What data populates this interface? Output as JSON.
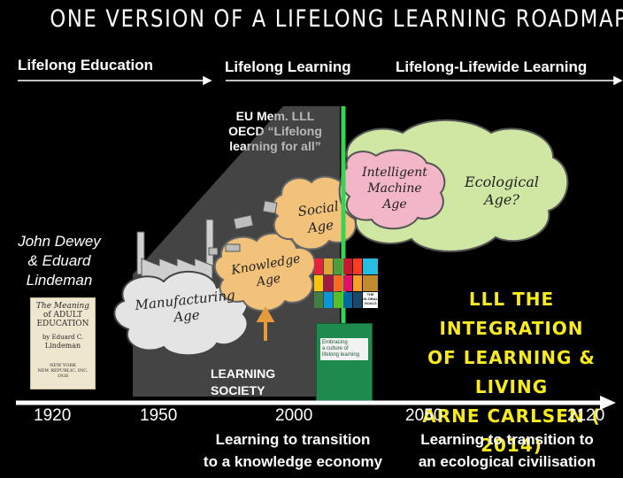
{
  "title": "ONE VERSION OF A LIFELONG LEARNING ROADMAP",
  "eras": {
    "education": "Lifelong Education",
    "learning": "Lifelong Learning",
    "lifewide": "Lifelong-Lifewide Learning"
  },
  "eu_note": [
    "EU Mem. LLL",
    "OECD “Lifelong",
    "learning for all”"
  ],
  "people": [
    "John Dewey",
    "& Eduard",
    "Lindeman"
  ],
  "book": {
    "title_lines": [
      "The Meaning",
      "of ADULT",
      "EDUCATION"
    ],
    "by": "by Eduard C.",
    "author": "Lindeman",
    "publisher_lines": [
      "NEW YORK",
      "NEW REPUBLIC, INC.",
      "1926"
    ]
  },
  "ages": {
    "manufacturing": [
      "Manufacturing",
      "Age"
    ],
    "knowledge": [
      "Knowledge",
      "Age"
    ],
    "social": [
      "Social",
      "Age"
    ],
    "intelligent": [
      "Intelligent",
      "Machine",
      "Age"
    ],
    "ecological": [
      "Ecological",
      "Age?"
    ]
  },
  "learning_society": [
    "LEARNING",
    "SOCIETY"
  ],
  "report": {
    "title_lines": [
      "Embracing",
      "a culture of",
      "lifelong learning"
    ]
  },
  "sdg": {
    "label": "THE GLOBAL GOALS"
  },
  "quote": [
    "LLL THE INTEGRATION",
    "OF LEARNING & LIVING",
    "ARNE CARLSEN ( 2014)"
  ],
  "timeline": {
    "years": [
      "1920",
      "1950",
      "2000",
      "2050",
      "2120"
    ]
  },
  "outcomes": {
    "knowledge": [
      "Learning to transition",
      "to a knowledge economy"
    ],
    "ecological": [
      "Learning to transition to",
      "an ecological civilisation"
    ]
  },
  "colors": {
    "accent_green": "#39d353",
    "quote_yellow": "#f7ea1e",
    "cloud_orange": "#f2c27a",
    "cloud_pink": "#f2b6c8",
    "cloud_green": "#cfe7a3"
  }
}
